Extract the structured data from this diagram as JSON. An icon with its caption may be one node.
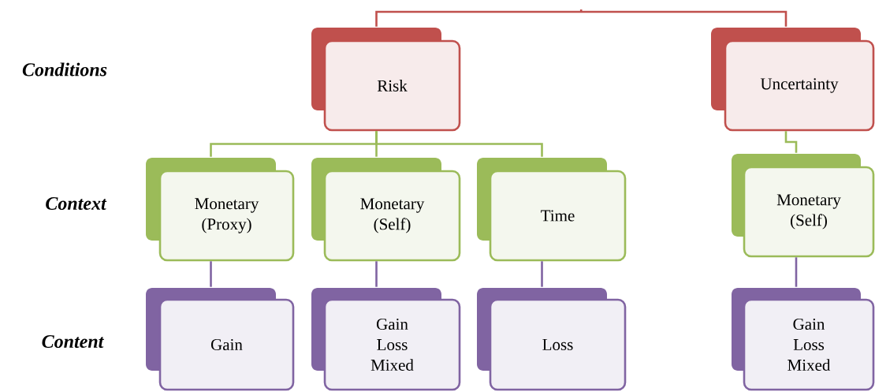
{
  "diagram": {
    "nodes": [
      {
        "text": [
          "Risk"
        ]
      },
      {
        "text": [
          "Uncertainty"
        ]
      },
      {
        "text": [
          "Monetary (Proxy)"
        ]
      },
      {
        "text": [
          "Monetary (Self)"
        ]
      },
      {
        "text": [
          "Time"
        ]
      },
      {
        "text": [
          "Monetary (Self)"
        ]
      },
      {
        "text": [
          "Gain"
        ]
      },
      {
        "text": [
          "Gain Loss Mixed"
        ]
      },
      {
        "text": [
          "Loss"
        ]
      },
      {
        "text": [
          "Gain Loss Mixed"
        ]
      }
    ],
    "edges": [
      {
        "from": 0,
        "to": 1,
        "arrow": "none",
        "color": "#c0504d"
      },
      {
        "from": 0,
        "to": 2,
        "arrow": "none",
        "color": "#9bbb59"
      },
      {
        "from": 0,
        "to": 3,
        "arrow": "none",
        "color": "#9bbb59"
      },
      {
        "from": 0,
        "to": 4,
        "arrow": "none",
        "color": "#9bbb59"
      },
      {
        "from": 1,
        "to": 5,
        "arrow": "none",
        "color": "#9bbb59"
      },
      {
        "from": 2,
        "to": 6,
        "arrow": "none",
        "color": "#8064a2"
      },
      {
        "from": 3,
        "to": 7,
        "arrow": "none",
        "color": "#8064a2"
      },
      {
        "from": 4,
        "to": 8,
        "arrow": "none",
        "color": "#8064a2"
      },
      {
        "from": 5,
        "to": 9,
        "arrow": "none",
        "color": "#8064a2"
      }
    ],
    "labels": [
      "Conditions",
      "Context",
      "Content"
    ]
  }
}
